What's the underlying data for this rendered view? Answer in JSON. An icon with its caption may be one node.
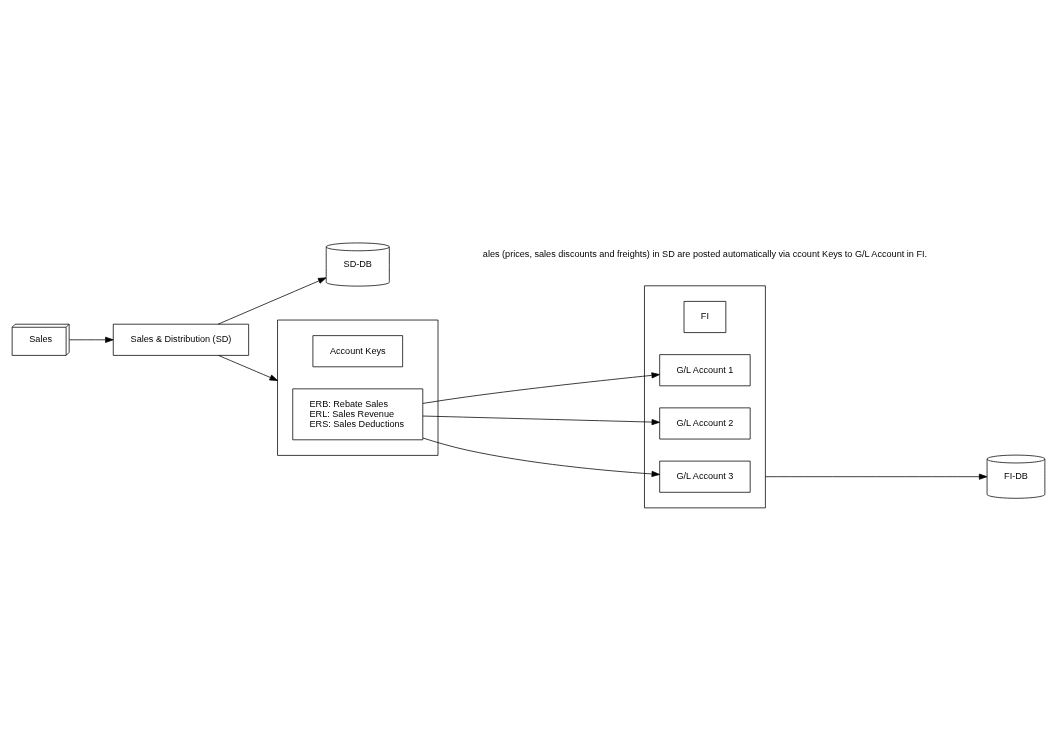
{
  "diagram": {
    "nodes": [
      {
        "text": [
          "Sales"
        ]
      },
      {
        "text": [
          "Sales & Distribution (SD)"
        ]
      },
      {
        "text": [
          "SD-DB"
        ]
      },
      {
        "text": [],
        "shape": "box"
      },
      {
        "text": [
          "Account Keys"
        ],
        "in": 3
      },
      {
        "text": [
          "ERB: Rebate Sales",
          "ERL: Sales Revenue",
          "ERS: Sales Deductions"
        ],
        "in": 3
      },
      {
        "text": [],
        "shape": "box"
      },
      {
        "text": [
          "FI"
        ],
        "in": 6
      },
      {
        "text": [
          "G/L Account 1"
        ],
        "in": 6
      },
      {
        "text": [
          "G/L Account 2"
        ],
        "in": 6
      },
      {
        "text": [
          "G/L Account 3"
        ],
        "in": 6
      },
      {
        "text": [
          "FI-DB"
        ]
      }
    ],
    "edges": [
      {
        "from": 0,
        "to": 1,
        "arrow": "to"
      },
      {
        "from": 1,
        "to": 2,
        "arrow": "to"
      },
      {
        "from": 1,
        "to": 3,
        "arrow": "to"
      },
      {
        "from": 5,
        "to": 8,
        "arrow": "to"
      },
      {
        "from": 5,
        "to": 9,
        "arrow": "to"
      },
      {
        "from": 5,
        "to": 10,
        "arrow": "to"
      },
      {
        "from": 6,
        "to": 11,
        "arrow": "to"
      }
    ],
    "labels": [
      "ales (prices, sales discounts and freights) in SD are posted automatically via ccount Keys to G/L Account in FI."
    ]
  }
}
